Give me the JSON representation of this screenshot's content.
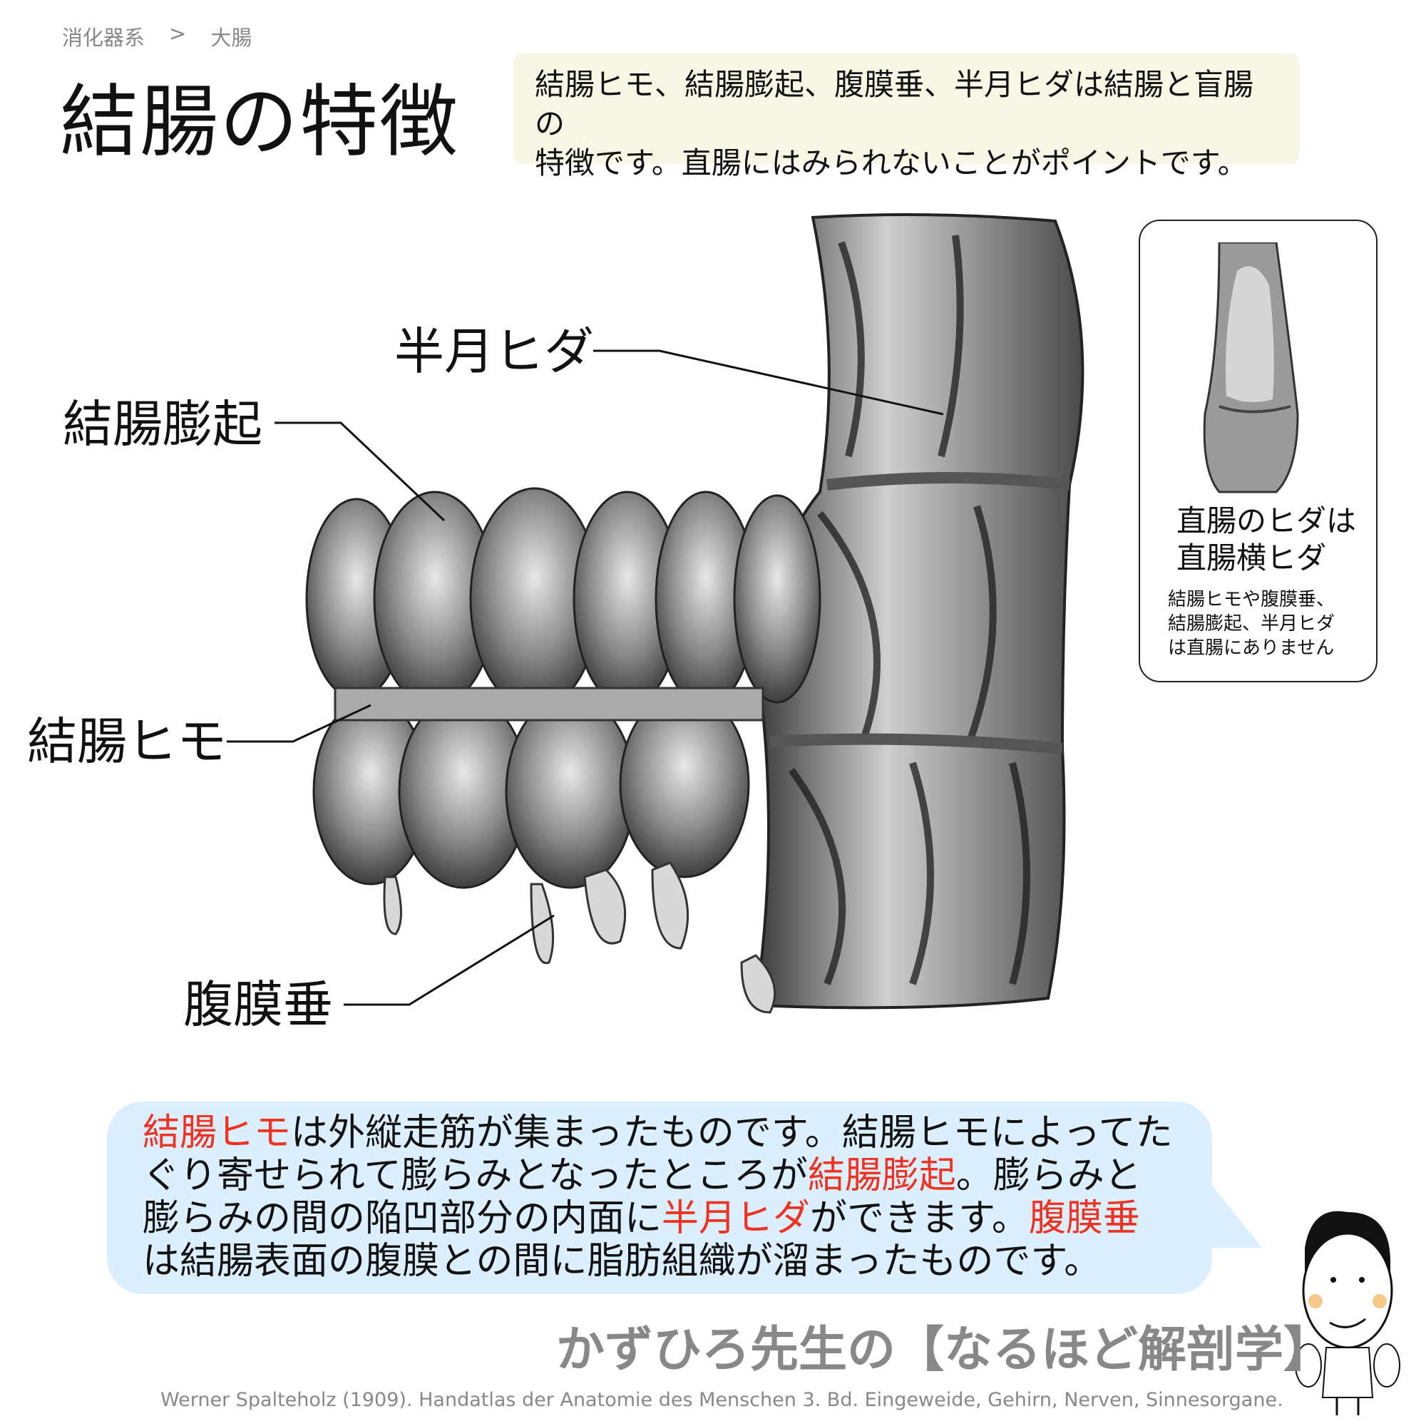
{
  "breadcrumb": {
    "items": [
      "消化器系",
      "大腸"
    ],
    "separator": ">"
  },
  "title": "結腸の特徴",
  "summary": {
    "lines": [
      "結腸ヒモ、結腸膨起、腹膜垂、半月ヒダは結腸と盲腸の",
      "特徴です。直腸にはみられないことがポイントです。"
    ]
  },
  "labels": {
    "semilunar": "半月ヒダ",
    "haustra": "結腸膨起",
    "taenia": "結腸ヒモ",
    "appendices": "腹膜垂"
  },
  "rectum_box": {
    "heading": [
      "直腸のヒダは",
      "直腸横ヒダ"
    ],
    "note": [
      "結腸ヒモや腹膜垂、",
      "結腸膨起、半月ヒダ",
      "は直腸にありません"
    ]
  },
  "explanation": {
    "segments": [
      {
        "text": "結腸ヒモ",
        "highlight": true
      },
      {
        "text": "は外縦走筋が集まったものです。結腸ヒモによってたぐり寄せられて膨らみとなったところが",
        "highlight": false
      },
      {
        "text": "結腸膨起",
        "highlight": true
      },
      {
        "text": "。膨らみと膨らみの間の陥凹部分の内面に",
        "highlight": false
      },
      {
        "text": "半月ヒダ",
        "highlight": true
      },
      {
        "text": "ができます。",
        "highlight": false
      },
      {
        "text": "腹膜垂",
        "highlight": true
      },
      {
        "text": "は結腸表面の腹膜との間に脂肪組織が溜まったものです。",
        "highlight": false
      }
    ]
  },
  "brand": "かずひろ先生の【なるほど解剖学】",
  "credit": "Werner Spalteholz (1909). Handatlas der Anatomie des Menschen 3. Bd. Eingeweide, Gehirn, Nerven, Sinnesorgane.",
  "colors": {
    "highlight": "#ee3322",
    "summary_bg": "#f8f6e4",
    "bubble_bg": "#dcefff",
    "muted": "#888888"
  }
}
